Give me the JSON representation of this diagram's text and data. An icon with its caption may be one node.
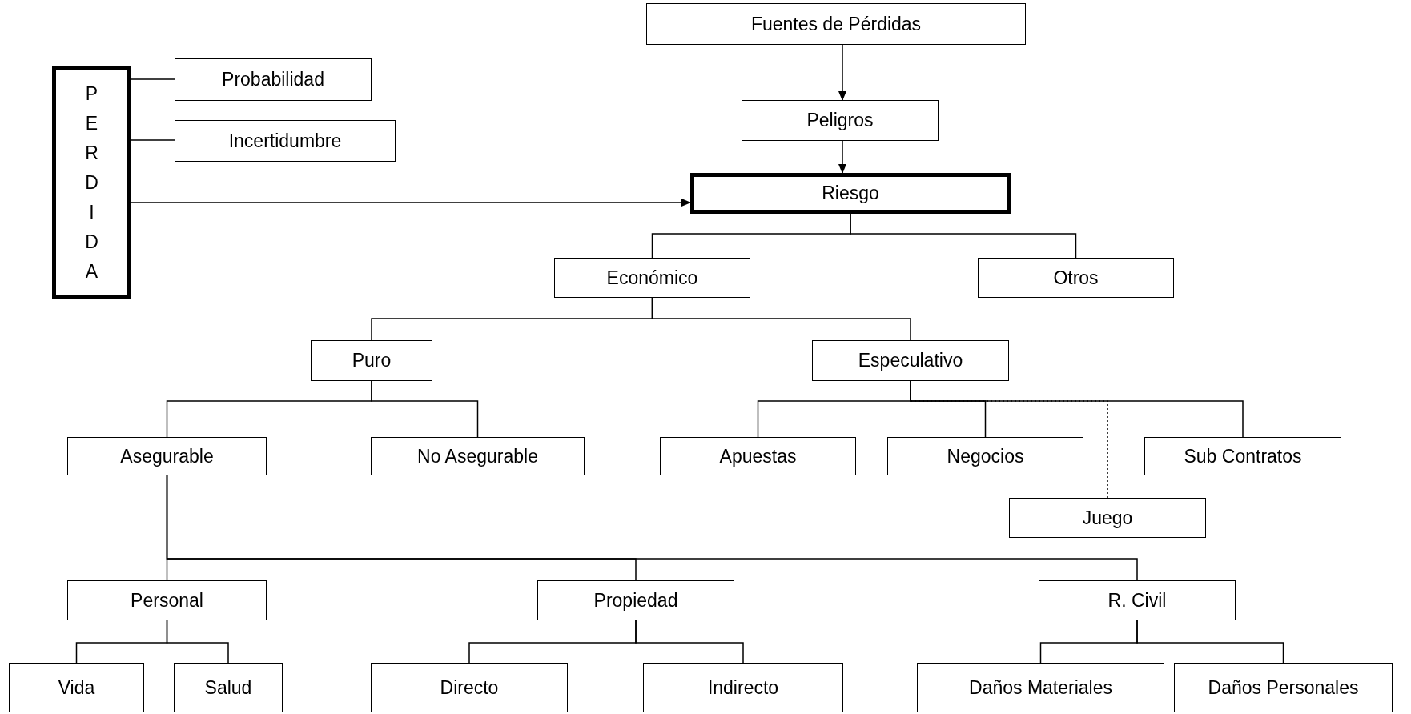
{
  "diagram": {
    "nodes": [
      {
        "text": [
          "Fuentes de Pérdidas"
        ]
      },
      {
        "text": [
          "PERDIDA"
        ]
      },
      {
        "text": [
          "Probabilidad"
        ]
      },
      {
        "text": [
          "Incertidumbre"
        ]
      },
      {
        "text": [
          "Peligros"
        ]
      },
      {
        "text": [
          "Riesgo"
        ]
      },
      {
        "text": [
          "Económico"
        ]
      },
      {
        "text": [
          "Otros"
        ]
      },
      {
        "text": [
          "Puro"
        ]
      },
      {
        "text": [
          "Especulativo"
        ]
      },
      {
        "text": [
          "Asegurable"
        ]
      },
      {
        "text": [
          "No Asegurable"
        ]
      },
      {
        "text": [
          "Apuestas"
        ]
      },
      {
        "text": [
          "Negocios"
        ]
      },
      {
        "text": [
          "Sub Contratos"
        ]
      },
      {
        "text": [
          "Juego"
        ]
      },
      {
        "text": [
          "Personal"
        ]
      },
      {
        "text": [
          "Propiedad"
        ]
      },
      {
        "text": [
          "R. Civil"
        ]
      },
      {
        "text": [
          "Vida"
        ]
      },
      {
        "text": [
          "Salud"
        ]
      },
      {
        "text": [
          "Directo"
        ]
      },
      {
        "text": [
          "Indirecto"
        ]
      },
      {
        "text": [
          "Daños Materiales"
        ]
      },
      {
        "text": [
          "Daños Personales"
        ]
      }
    ],
    "edges": [
      {
        "from": 0,
        "to": 4,
        "arrow": "to"
      },
      {
        "from": 4,
        "to": 5,
        "arrow": "to"
      },
      {
        "from": 1,
        "to": 2,
        "arrow": "none"
      },
      {
        "from": 1,
        "to": 3,
        "arrow": "none"
      },
      {
        "from": 1,
        "to": 5,
        "arrow": "to"
      },
      {
        "from": 5,
        "to": 6,
        "arrow": "none"
      },
      {
        "from": 5,
        "to": 7,
        "arrow": "none"
      },
      {
        "from": 6,
        "to": 8,
        "arrow": "none"
      },
      {
        "from": 6,
        "to": 9,
        "arrow": "none"
      },
      {
        "from": 8,
        "to": 10,
        "arrow": "none"
      },
      {
        "from": 8,
        "to": 11,
        "arrow": "none"
      },
      {
        "from": 9,
        "to": 12,
        "arrow": "none"
      },
      {
        "from": 9,
        "to": 13,
        "arrow": "none"
      },
      {
        "from": 9,
        "to": 15,
        "arrow": "none",
        "style": "dashed"
      },
      {
        "from": 9,
        "to": 14,
        "arrow": "none"
      },
      {
        "from": 10,
        "to": 16,
        "arrow": "none"
      },
      {
        "from": 10,
        "to": 17,
        "arrow": "none"
      },
      {
        "from": 10,
        "to": 18,
        "arrow": "none"
      },
      {
        "from": 16,
        "to": 19,
        "arrow": "none"
      },
      {
        "from": 16,
        "to": 20,
        "arrow": "none"
      },
      {
        "from": 17,
        "to": 21,
        "arrow": "none"
      },
      {
        "from": 17,
        "to": 22,
        "arrow": "none"
      },
      {
        "from": 18,
        "to": 23,
        "arrow": "none"
      },
      {
        "from": 18,
        "to": 24,
        "arrow": "none"
      }
    ]
  }
}
